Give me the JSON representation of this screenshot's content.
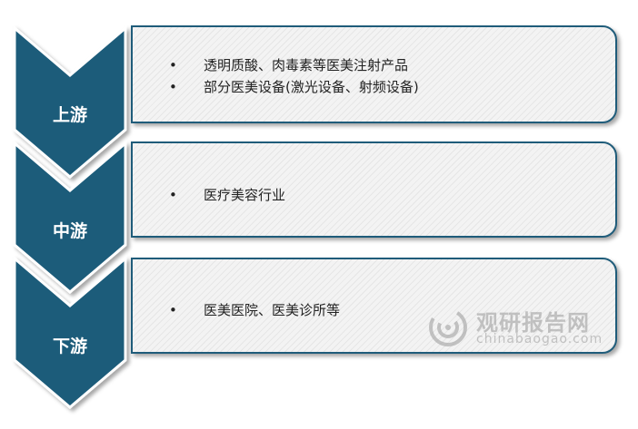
{
  "stages": [
    {
      "label": "上游",
      "items": [
        "透明质酸、肉毒素等医美注射产品",
        "部分医美设备(激光设备、射频设备)"
      ]
    },
    {
      "label": "中游",
      "items": [
        "医疗美容行业"
      ]
    },
    {
      "label": "下游",
      "items": [
        "医美医院、医美诊所等"
      ]
    }
  ],
  "bullet": "•",
  "watermark": {
    "name": "观研报告网",
    "url": "chinabaogao.com",
    "icon": "swirl-logo-icon"
  },
  "colors": {
    "chevron": "#1f5c7a",
    "chevron_shadow": "#c9c9c9",
    "box_border": "#1f5c7a",
    "box_fill": "#f3f3f3",
    "text": "#222222"
  }
}
